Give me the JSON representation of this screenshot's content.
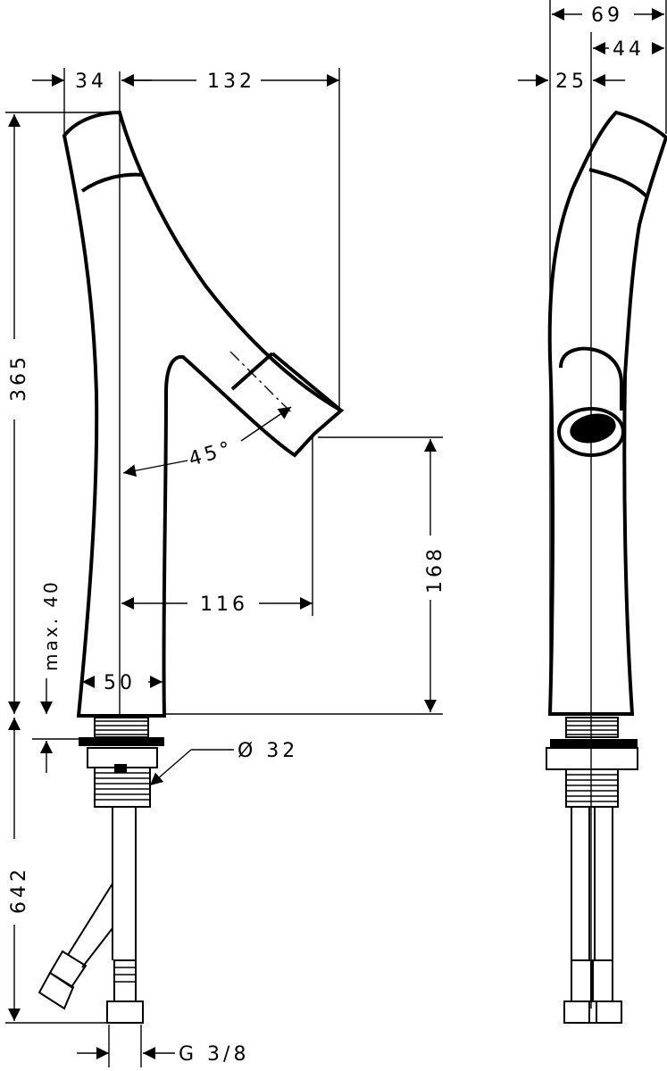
{
  "drawing": {
    "front_view": {
      "dim_spout_offset_left": "34",
      "dim_spout_reach": "132",
      "dim_total_height": "365",
      "dim_angle": "45°",
      "dim_outlet_reach": "116",
      "dim_outlet_height": "168",
      "dim_max_thickness": "max. 40",
      "dim_base_width": "50",
      "dim_thread_diameter": "Ø 32",
      "dim_hose_length": "642",
      "dim_hose_connection": "G 3/8"
    },
    "side_view": {
      "dim_total_depth": "69",
      "dim_front_depth": "44",
      "dim_back_depth": "25"
    }
  }
}
